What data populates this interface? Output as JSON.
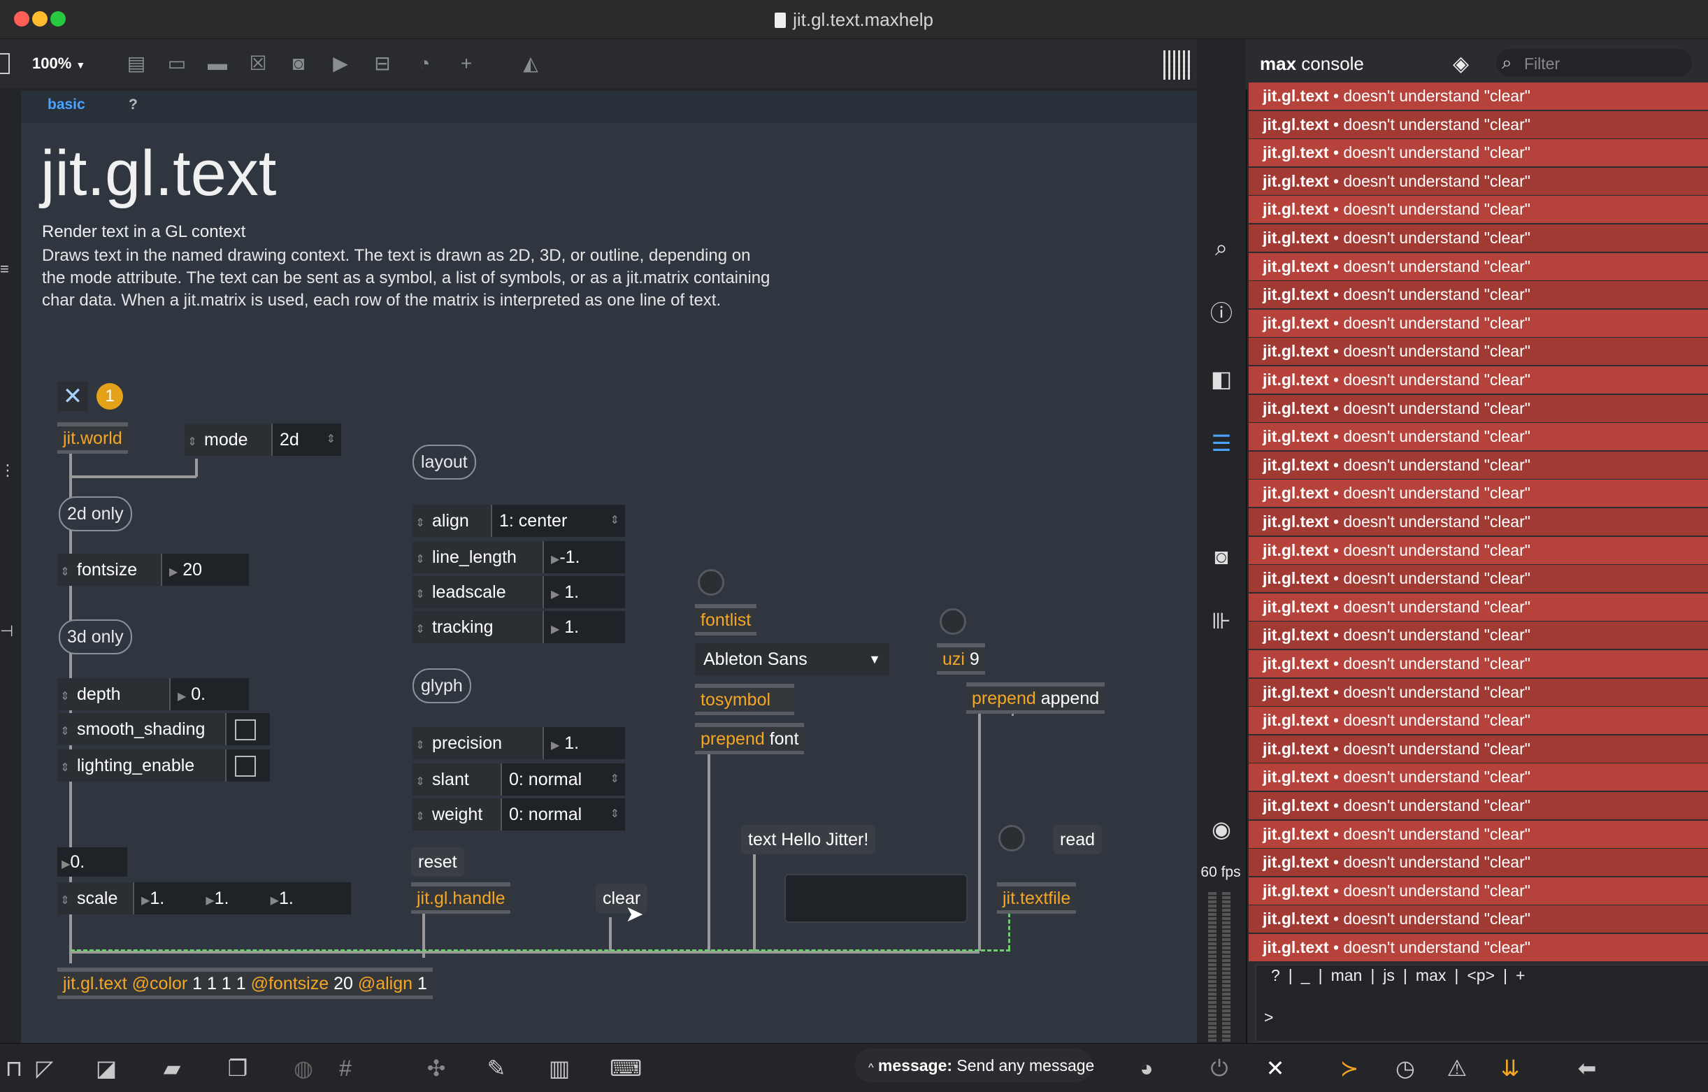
{
  "window": {
    "title": "jit.gl.text.maxhelp"
  },
  "toolbar": {
    "zoom": "100%",
    "zoom_arrow": "▼"
  },
  "tabs": [
    {
      "label": "basic"
    },
    {
      "label": "?"
    }
  ],
  "help": {
    "title": "jit.gl.text",
    "subtitle": "Render text in a GL context",
    "description_lines": [
      "Draws text in the named drawing context. The text is drawn as 2D, 3D, or outline, depending on",
      "the mode attribute. The text can be sent as a symbol, a list of symbols, or as a jit.matrix containing",
      "char data. When a jit.matrix is used, each row of the matrix is interpreted as one line of text."
    ]
  },
  "patch": {
    "badge_count": "1",
    "jit_world": "jit.world",
    "mode_label": "mode",
    "mode_value": "2d",
    "comment_2d": "2d only",
    "fontsize_label": "fontsize",
    "fontsize_value": "20",
    "comment_3d": "3d only",
    "depth_label": "depth",
    "depth_value": "0.",
    "smooth_label": "smooth_shading",
    "lighting_label": "lighting_enable",
    "num_zero": "0.",
    "scale_label": "scale",
    "scale_values": [
      "1.",
      "1.",
      "1."
    ],
    "comment_layout": "layout",
    "align_label": "align",
    "align_value": "1: center",
    "line_length_label": "line_length",
    "line_length_value": "-1.",
    "leadscale_label": "leadscale",
    "leadscale_value": "1.",
    "tracking_label": "tracking",
    "tracking_value": "1.",
    "comment_glyph": "glyph",
    "precision_label": "precision",
    "precision_value": "1.",
    "slant_label": "slant",
    "slant_value": "0: normal",
    "weight_label": "weight",
    "weight_value": "0: normal",
    "reset_msg": "reset",
    "jit_gl_handle": "jit.gl.handle",
    "clear_msg": "clear",
    "fontlist": "fontlist",
    "font_menu": "Ableton Sans",
    "tosymbol": "tosymbol",
    "prepend_font_obj": "prepend",
    "prepend_font_arg": "font",
    "uzi_obj": "uzi",
    "uzi_arg": "9",
    "prepend_append_obj": "prepend",
    "prepend_append_arg": "append",
    "text_msg": "text Hello Jitter!",
    "read_msg": "read",
    "jit_textfile": "jit.textfile",
    "main_obj_name": "jit.gl.text",
    "main_obj_parts": [
      "@color",
      " 1 1 1 1 ",
      "@fontsize",
      " 20 ",
      "@align",
      " 1"
    ]
  },
  "sidebar": {
    "fps": "60 fps"
  },
  "console": {
    "title_bold": "max",
    "title_rest": " console",
    "filter_placeholder": "Filter",
    "row_object": "jit.gl.text",
    "row_message": " • doesn't understand \"clear\"",
    "row_count": 31,
    "links": [
      "?",
      "_",
      "man",
      "js",
      "max",
      "<p>",
      "+"
    ],
    "prompt": ">"
  },
  "statusbar": {
    "message_label": "message:",
    "message_text": " Send any message"
  },
  "colors": {
    "console_row_a": "#b5433b",
    "console_row_b": "#a23a34",
    "object_orange": "#f5a623",
    "accent_blue": "#4aa3ff"
  }
}
